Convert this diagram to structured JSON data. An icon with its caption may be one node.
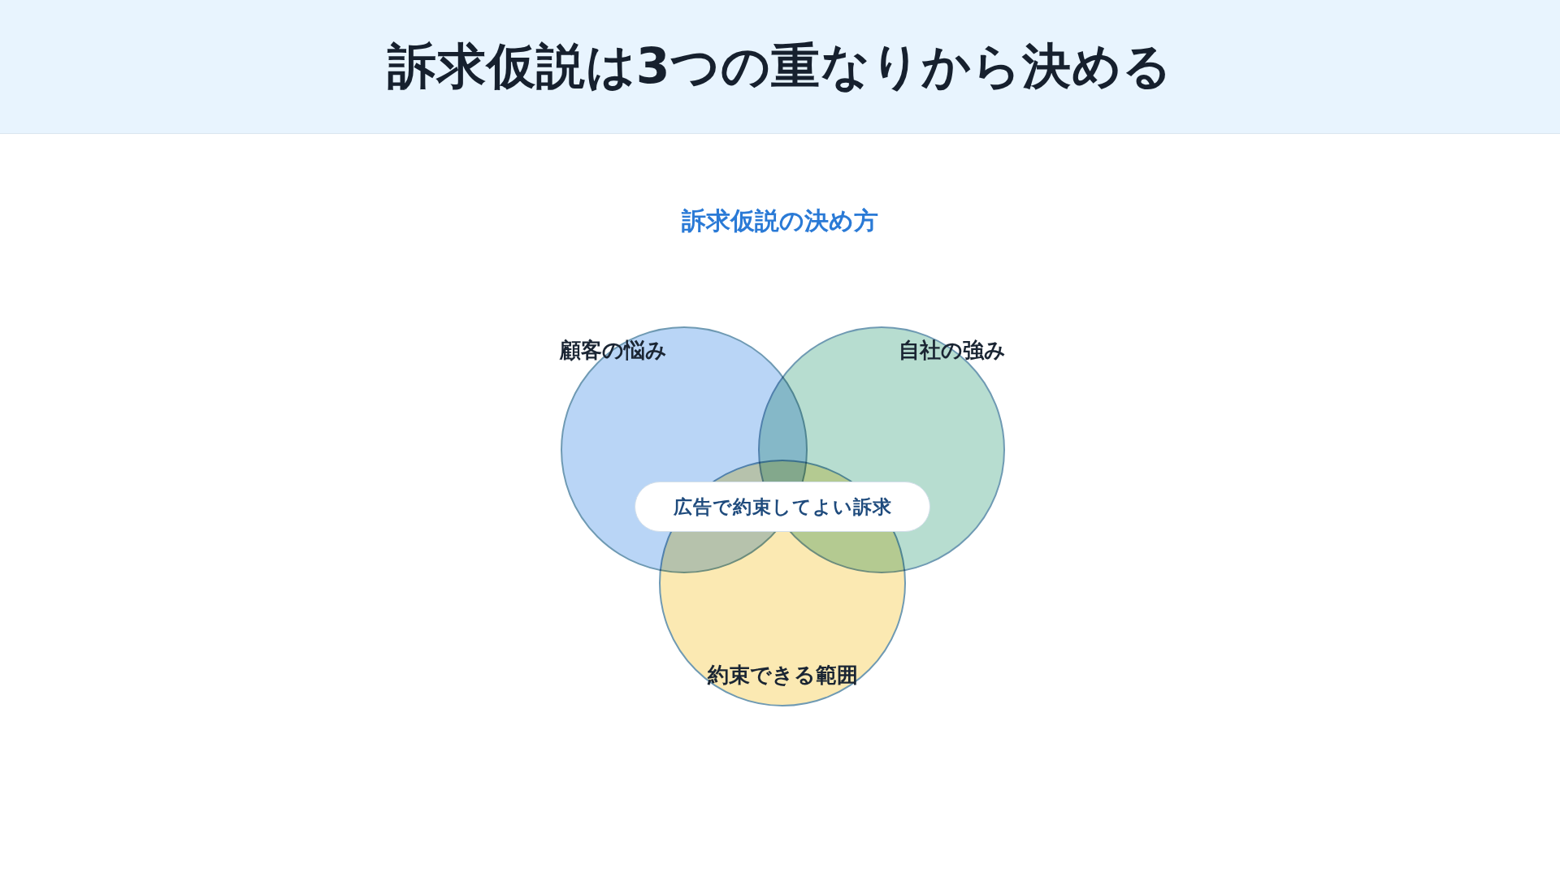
{
  "diagram": {
    "title": "訴求仮説は3つの重なりから決める",
    "nodes": [
      {
        "text": [
          "顧客の悩み"
        ]
      },
      {
        "text": [
          "自社の強み"
        ]
      },
      {
        "text": [
          "約束できる範囲"
        ]
      },
      {
        "text": [
          "広告で約束してよい訴求"
        ]
      }
    ],
    "labels": [
      "訴求仮説の決め方"
    ]
  }
}
